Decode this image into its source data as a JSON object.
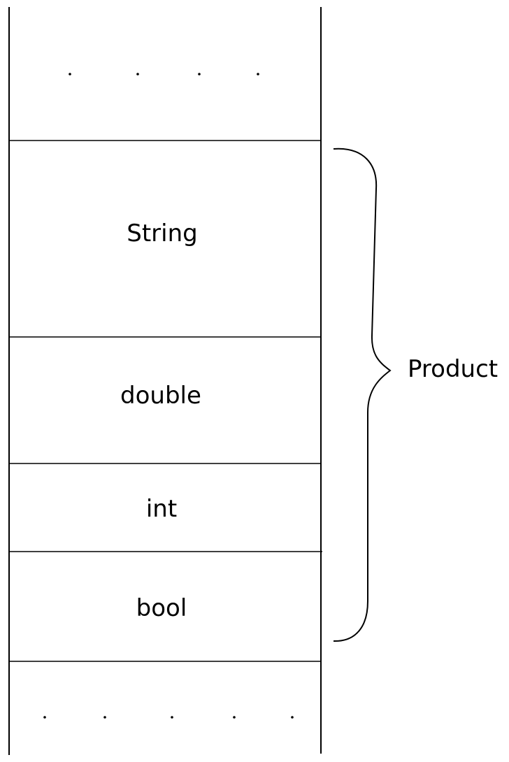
{
  "memory_cells": [
    {
      "label": "String"
    },
    {
      "label": "double"
    },
    {
      "label": "int"
    },
    {
      "label": "bool"
    }
  ],
  "group_label": "Product"
}
